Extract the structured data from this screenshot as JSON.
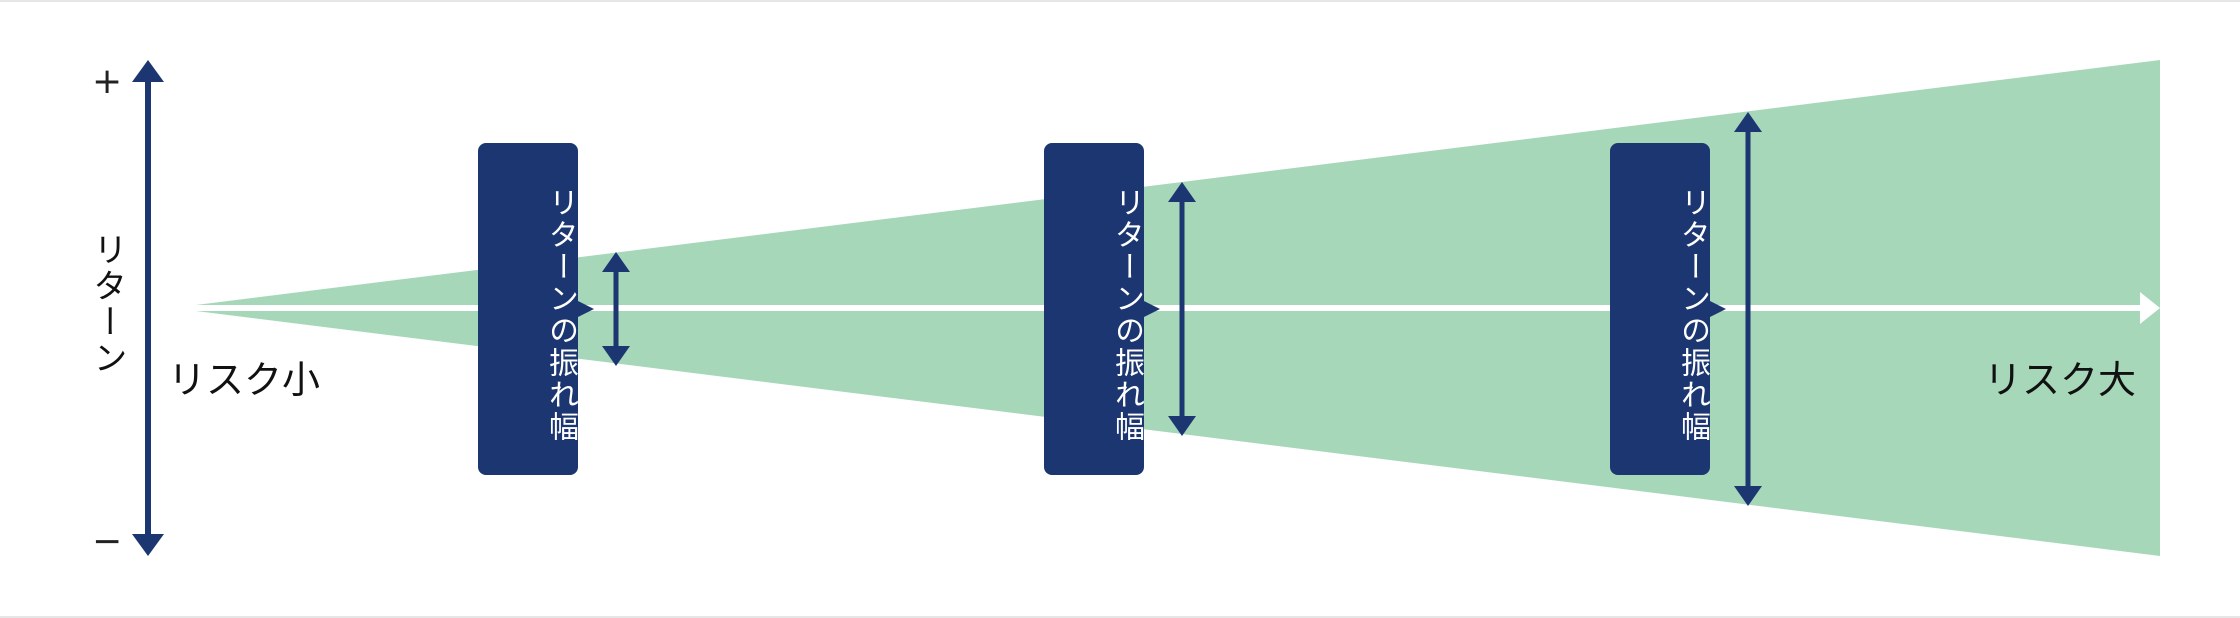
{
  "axis": {
    "plus_label": "+",
    "minus_label": "−",
    "y_label": "リターン"
  },
  "x_axis": {
    "left_label": "リスク小",
    "right_label": "リスク大"
  },
  "cards": [
    {
      "label": "リターンの振れ幅"
    },
    {
      "label": "リターンの振れ幅"
    },
    {
      "label": "リターンの振れ幅"
    }
  ],
  "colors": {
    "navy": "#1b3671",
    "green": "#a6d7b9",
    "white": "#ffffff"
  }
}
